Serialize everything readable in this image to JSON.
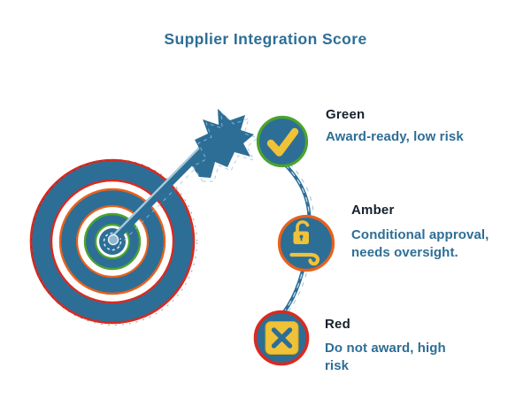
{
  "title": "Supplier Integration Score",
  "colors": {
    "blue": "#2D6E96",
    "light_blue": "#A7C9DC",
    "green": "#4CA32E",
    "amber": "#E8611C",
    "red": "#D92A20",
    "yellow": "#F0C238",
    "label_dark": "#15212B"
  },
  "milestones": [
    {
      "id": "green",
      "label": "Green",
      "description": "Award-ready, low risk",
      "icon": "check-icon",
      "ring_color": "#4CA32E"
    },
    {
      "id": "amber",
      "label": "Amber",
      "description": "Conditional approval, needs oversight.",
      "icon": "unlock-icon",
      "ring_color": "#E8611C"
    },
    {
      "id": "red",
      "label": "Red",
      "description": "Do not award, high risk",
      "icon": "x-icon",
      "ring_color": "#D92A20"
    }
  ]
}
